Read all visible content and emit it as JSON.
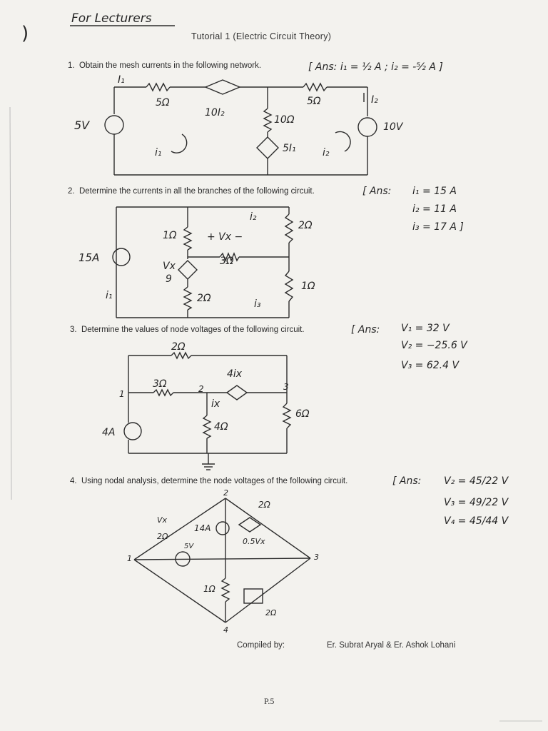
{
  "header": {
    "audience_note": "For Lecturers",
    "title": "Tutorial 1 (Electric Circuit Theory)",
    "page_mark": ")"
  },
  "questions": [
    {
      "number": "1.",
      "text": "Obtain the mesh currents in the following network.",
      "answer": "[ Ans: i₁ = ½ A ; i₂ = -⁵⁄₂ A ]",
      "labels": {
        "i1_top": "I₁",
        "r1": "5Ω",
        "cs1": "10I₂",
        "r2": "5Ω",
        "i2_right": "I₂",
        "r3": "10Ω",
        "v1": "5V",
        "v2": "10V",
        "cs2": "5I₁",
        "mesh1": "i₁",
        "mesh2": "i₂"
      }
    },
    {
      "number": "2.",
      "text": "Determine the currents in all the branches of the following circuit.",
      "answer_prefix": "[ Ans:",
      "answer_lines": [
        "i₁ = 15 A",
        "i₂ = 11 A",
        "i₃ = 17 A ]"
      ],
      "labels": {
        "source": "15A",
        "r1": "1Ω",
        "vx": "+ Vx −",
        "r_mid": "3Ω",
        "dep": "Vx",
        "dep_den": "9",
        "r_low": "2Ω",
        "r_right_top": "2Ω",
        "r_right_low": "1Ω",
        "i1": "i₁",
        "i2": "i₂",
        "i3": "i₃"
      }
    },
    {
      "number": "3.",
      "text": "Determine the values of node voltages of the following circuit.",
      "answer_prefix": "[ Ans:",
      "answer_lines": [
        "V₁ = 32 V",
        "V₂ = −25.6 V",
        "V₃ = 62.4 V"
      ],
      "labels": {
        "r_top": "2Ω",
        "r_left": "3Ω",
        "dep": "4ix",
        "ix": "ix",
        "r_mid": "4Ω",
        "r_right": "6Ω",
        "src": "4A",
        "n1": "1",
        "n2": "2",
        "n3": "3"
      }
    },
    {
      "number": "4.",
      "text": "Using nodal analysis, determine the node voltages of the following circuit.",
      "answer_prefix": "[ Ans:",
      "answer_lines": [
        "V₂ = 45/22 V",
        "V₃ = 49/22 V",
        "V₄ = 45/44 V"
      ],
      "labels": {
        "n1": "1",
        "n2": "2",
        "n3": "3",
        "n4": "4",
        "src": "14A",
        "dep": "0.5Vx",
        "vsrc": "5V",
        "r_mid": "1Ω",
        "r_tr": "2Ω",
        "vx": "Vx",
        "r_tl": "2Ω",
        "r_br": "2Ω"
      }
    }
  ],
  "footer": {
    "compiled_by_label": "Compiled by:",
    "authors": "Er. Subrat Aryal  &  Er. Ashok Lohani",
    "page": "P.5"
  }
}
